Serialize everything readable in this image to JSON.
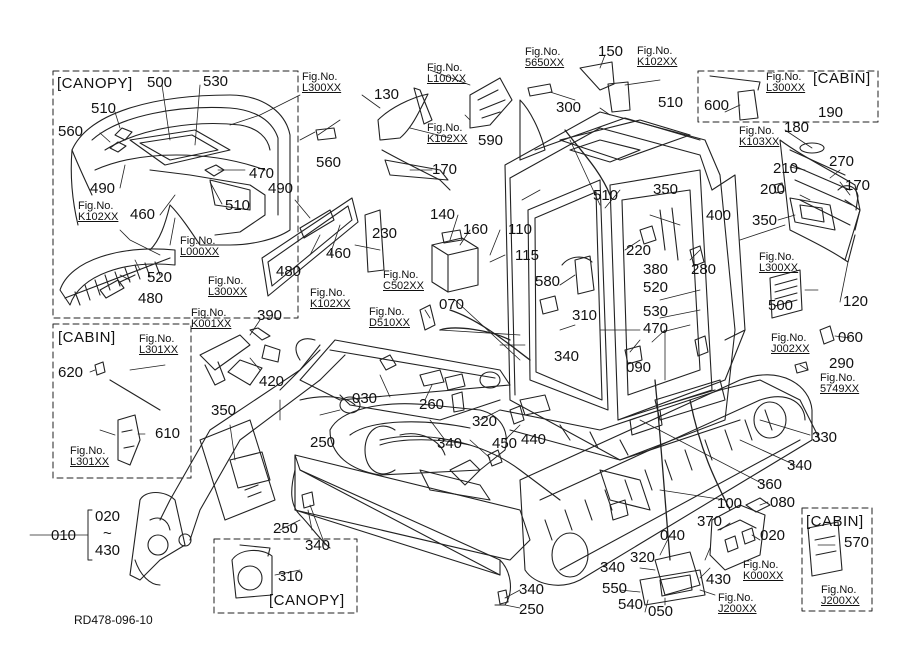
{
  "document_id": "RD478-096-10",
  "fig_no_prefix": "Fig.No.",
  "group_titles": {
    "canopy_tl": "[CANOPY]",
    "cabin_tr": "[CABIN]",
    "cabin_ml": "[CABIN]",
    "cabin_br": "[CABIN]",
    "canopy_bc": "[CANOPY]"
  },
  "range": {
    "from": "020",
    "tilde": "~",
    "to": "430",
    "assembly": "010"
  },
  "part_labels": {
    "p500a": "500",
    "p530a": "530",
    "p510a": "510",
    "p560a": "560",
    "p490a": "490",
    "p470a": "470",
    "p460a": "460",
    "p510b": "510",
    "p520a": "520",
    "p480a": "480",
    "p130": "130",
    "p560b": "560",
    "p490b": "490",
    "p480b": "480",
    "p460b": "460",
    "p590": "590",
    "p170a": "170",
    "p230": "230",
    "p140": "140",
    "p160": "160",
    "p110": "110",
    "p115": "115",
    "p150": "150",
    "p300": "300",
    "p510c": "510",
    "p510d": "510",
    "p350a": "350",
    "p400": "400",
    "p220": "220",
    "p380": "380",
    "p280": "280",
    "p580": "580",
    "p520b": "520",
    "p530b": "530",
    "p470b": "470",
    "p310a": "310",
    "p340a": "340",
    "p090": "090",
    "p070": "070",
    "p600": "600",
    "p180": "180",
    "p190": "190",
    "p210": "210",
    "p270": "270",
    "p200": "200",
    "p170b": "170",
    "p350b": "350",
    "p500b": "500",
    "p120": "120",
    "p060": "060",
    "p290": "290",
    "p390": "390",
    "p420": "420",
    "p620": "620",
    "p610": "610",
    "p350c": "350",
    "p250a": "250",
    "p030": "030",
    "p260": "260",
    "p320a": "320",
    "p340b": "340",
    "p450": "450",
    "p440": "440",
    "p330": "330",
    "p340c": "340",
    "p360": "360",
    "p100": "100",
    "p080": "080",
    "p370": "370",
    "p020": "020",
    "p250b": "250",
    "p340d": "340",
    "p310b": "310",
    "p340e": "340",
    "p250c": "250",
    "p340f": "340",
    "p320b": "320",
    "p040": "040",
    "p550": "550",
    "p540": "540",
    "p050": "050",
    "p430": "430",
    "p570": "570"
  },
  "fig_refs": {
    "f_l300_a": "L300XX",
    "f_k102_a": "K102XX",
    "f_l000": "L000XX",
    "f_l300_b": "L300XX",
    "f_k102_b": "K102XX",
    "f_l100": "L100XX",
    "f_k102_c": "K102XX",
    "f_5650": "5650XX",
    "f_k102_d": "K102XX",
    "f_l300_c": "L300XX",
    "f_k103": "K103XX",
    "f_l300_d": "L300XX",
    "f_j002": "J002XX",
    "f_5749": "5749XX",
    "f_c502": "C502XX",
    "f_d510": "D510XX",
    "f_k001": "K001XX",
    "f_l301_a": "L301XX",
    "f_l301_b": "L301XX",
    "f_k000": "K000XX",
    "f_j200_a": "J200XX",
    "f_j200_b": "J200XX"
  }
}
